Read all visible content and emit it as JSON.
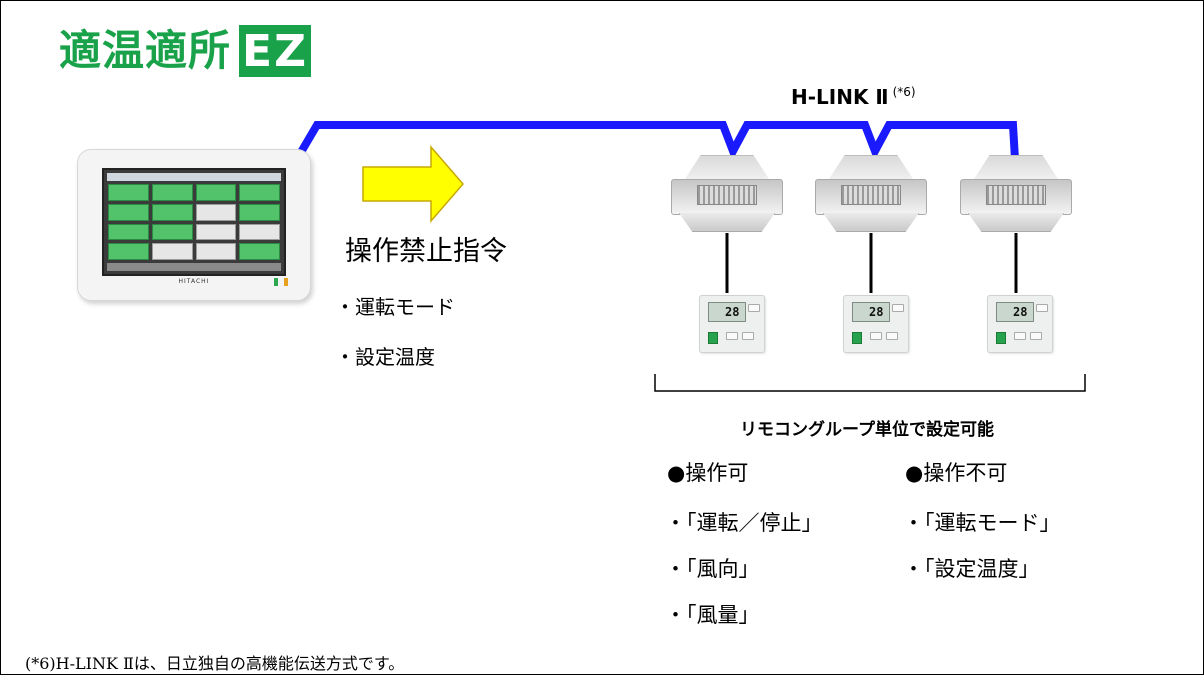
{
  "logo": {
    "text": "適温適所",
    "badge": "EZ"
  },
  "network": {
    "label": "H-LINK Ⅱ",
    "note": "(*6)"
  },
  "controller": {
    "brand": "HITACHI"
  },
  "command": {
    "title": "操作禁止指令",
    "items": [
      "・運転モード",
      "・設定温度"
    ]
  },
  "remotes": {
    "temperature": "28"
  },
  "group_caption": "リモコングループ単位で設定可能",
  "allowed": {
    "heading": "●操作可",
    "items": [
      "・「運転／停止」",
      "・「風向」",
      "・「風量」"
    ]
  },
  "prohibited": {
    "heading": "●操作不可",
    "items": [
      "・「運転モード」",
      "・「設定温度」"
    ]
  },
  "footnote": "(*6)H-LINK Ⅱは、日立独自の高機能伝送方式です。",
  "colors": {
    "bus_line": "#1a1aff",
    "arrow_fill": "#ffff00",
    "logo_green": "#19a24a"
  }
}
